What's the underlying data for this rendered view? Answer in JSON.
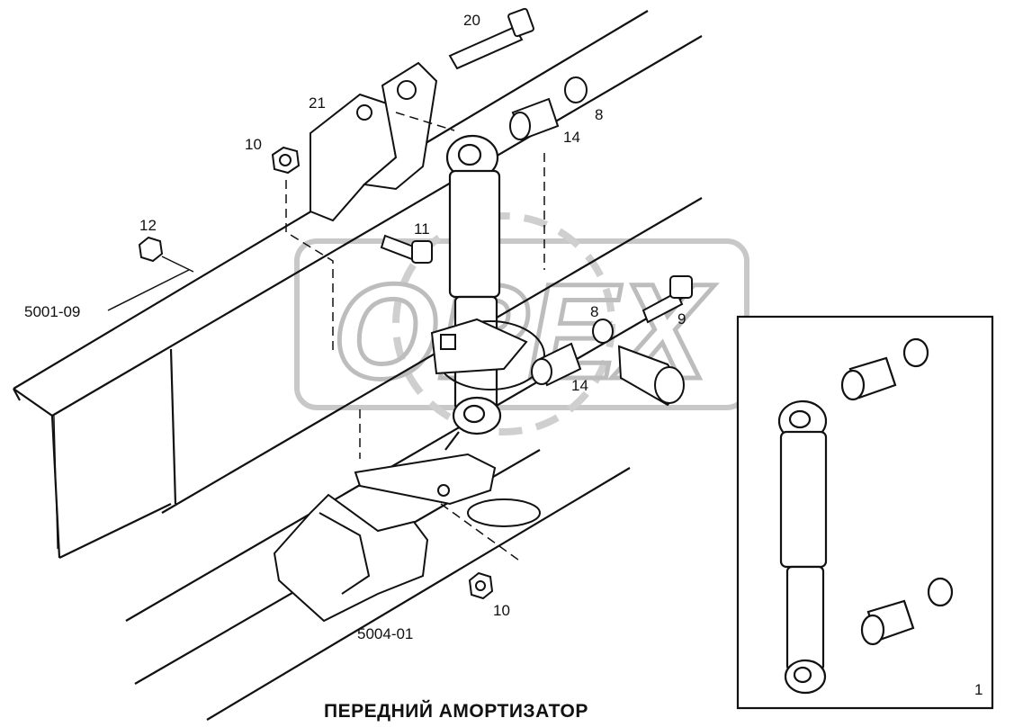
{
  "title": "ПЕРЕДНИЙ АМОРТИЗАТОР",
  "watermark": "OPEX",
  "callouts": {
    "c20": "20",
    "c21": "21",
    "c8_top": "8",
    "c14_top": "14",
    "c10_top": "10",
    "c12": "12",
    "c11": "11",
    "c8_mid": "8",
    "c9": "9",
    "c14_mid": "14",
    "c10_bottom": "10",
    "ref_5001": "5001-09",
    "ref_5004": "5004-01",
    "inset_1": "1"
  }
}
